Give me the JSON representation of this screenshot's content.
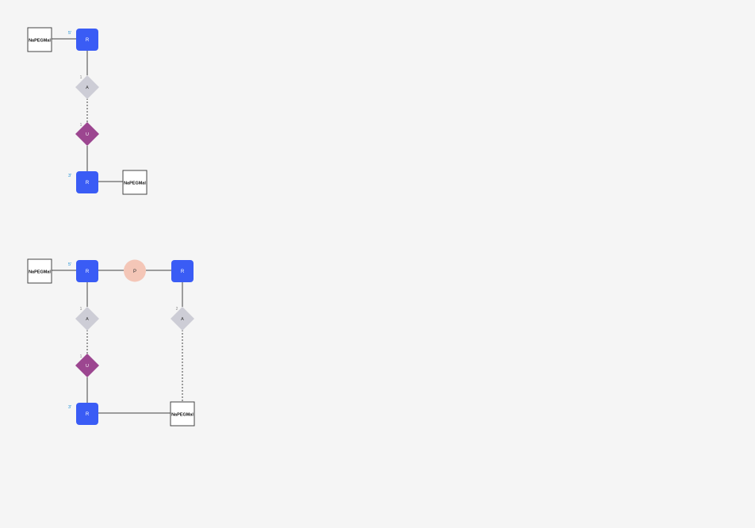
{
  "colors": {
    "background": "#f5f5f5",
    "ribose": "#3a5cf5",
    "base_a": "#cdcdd6",
    "base_u": "#9c4690",
    "phosphate": "#f4c6b7",
    "line": "#444444",
    "end_label": "#1b8fd6",
    "index_label": "#888888"
  },
  "monomers": [
    {
      "id": "m1",
      "type": "ribose",
      "label": "R"
    },
    {
      "id": "m2",
      "type": "base",
      "label": "A"
    },
    {
      "id": "m3",
      "type": "base",
      "label": "U"
    },
    {
      "id": "m4",
      "type": "ribose",
      "label": "R"
    },
    {
      "id": "m5",
      "type": "cap",
      "label": "NaPEGMal"
    },
    {
      "id": "m6",
      "type": "cap",
      "label": "NaPEGMal"
    },
    {
      "id": "m7",
      "type": "cap",
      "label": "NaPEGMal"
    },
    {
      "id": "m8",
      "type": "ribose",
      "label": "R"
    },
    {
      "id": "m9",
      "type": "phosphate",
      "label": "P"
    },
    {
      "id": "m10",
      "type": "ribose",
      "label": "R"
    },
    {
      "id": "m11",
      "type": "base",
      "label": "A"
    },
    {
      "id": "m12",
      "type": "base",
      "label": "U"
    },
    {
      "id": "m13",
      "type": "ribose",
      "label": "R"
    },
    {
      "id": "m14",
      "type": "base",
      "label": "A"
    },
    {
      "id": "m15",
      "type": "cap",
      "label": "NaPEGMal"
    }
  ],
  "end_labels": [
    "5'",
    "3'",
    "5'",
    "3'"
  ],
  "index_labels": [
    "1",
    "1",
    "1",
    "1",
    "2"
  ]
}
